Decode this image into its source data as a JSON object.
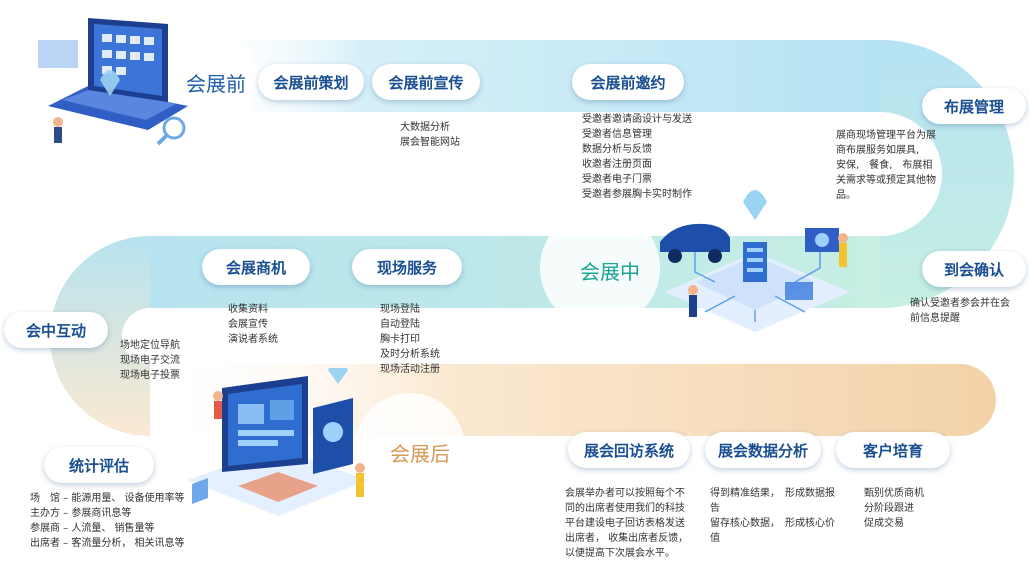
{
  "stages": {
    "pre": "会展前",
    "mid": "会展中",
    "post": "会展后"
  },
  "pills": {
    "pre_planning": "会展前策划",
    "pre_promo": "会展前宣传",
    "pre_invite": "会展前邀约",
    "booth_mgmt": "布展管理",
    "arrival_confirm": "到会确认",
    "onsite_service": "现场服务",
    "business_match": "会展商机",
    "mid_interaction": "会中互动",
    "stats_eval": "统计评估",
    "revisit_system": "展会回访系统",
    "data_analysis": "展会数据分析",
    "customer_nurture": "客户培育"
  },
  "descriptions": {
    "pre_promo": [
      "大数据分析",
      "展会智能网站"
    ],
    "pre_invite": [
      "受邀者邀请函设计与发送",
      "受邀者信息管理",
      "数据分析与反馈",
      "收邀者注册页面",
      "受邀者电子门票",
      "受邀者参展胸卡实时制作"
    ],
    "booth_mgmt": [
      "展商现场管理平台为展",
      "商布展服务如展具,",
      "安保,　餐食,　布展相",
      "关需求等或预定其他物",
      "品。"
    ],
    "arrival_confirm": [
      "确认受邀者参会并在会",
      "前信息提醒"
    ],
    "business_match": [
      "收集资料",
      "会展宣传",
      "演说者系统"
    ],
    "onsite_service": [
      "现场登陆",
      "自动登陆",
      "胸卡打印",
      "及时分析系统",
      "现场活动注册"
    ],
    "mid_interaction": [
      "场地定位导航",
      "现场电子交流",
      "现场电子投票"
    ],
    "stats_eval": [
      "场　馆 – 能源用量、 设备使用率等",
      "主办方 – 参展商讯息等",
      "参展商 – 人流量、 销售量等",
      "出席者 – 客流量分析，  相关讯息等"
    ],
    "revisit_system": [
      "会展举办者可以按照每个不",
      "同的出席者使用我们的科技",
      "平台建设电子回访表格发送",
      "出席者，  收集出席者反馈，",
      "以便提高下次展会水平。"
    ],
    "data_analysis": [
      "得到精准结果，　形成数据报",
      "告",
      "留存核心数据，　形成核心价",
      "值"
    ],
    "customer_nurture": [
      "甄别优质商机",
      "分阶段跟进",
      "促成交易"
    ]
  },
  "colors": {
    "pre": "#1f5fa8",
    "mid": "#1aa594",
    "post": "#d59a55",
    "pill_text": "#1a4f91",
    "band_blue": "#bde6f4",
    "band_green": "#c2ece1",
    "band_orange": "#f6dcb8"
  },
  "icons": {
    "pre": "laptop-illustration",
    "mid": "iot-car-illustration",
    "post": "monitor-illustration"
  }
}
